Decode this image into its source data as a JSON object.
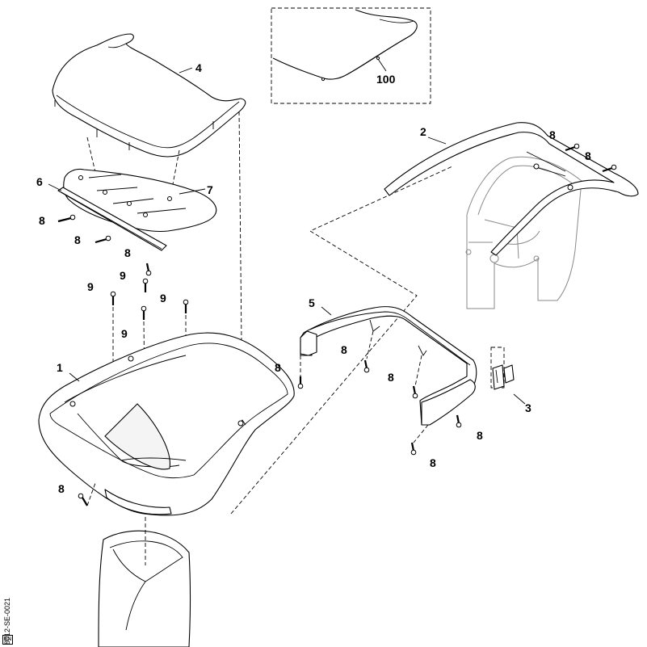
{
  "diagram": {
    "inset": {
      "label": "100"
    },
    "callouts": [
      {
        "id": "label-4",
        "text": "4"
      },
      {
        "id": "label-6",
        "text": "6"
      },
      {
        "id": "label-7",
        "text": "7"
      },
      {
        "id": "label-8a",
        "text": "8"
      },
      {
        "id": "label-8b",
        "text": "8"
      },
      {
        "id": "label-8c",
        "text": "8"
      },
      {
        "id": "label-9a",
        "text": "9"
      },
      {
        "id": "label-9b",
        "text": "9"
      },
      {
        "id": "label-9c",
        "text": "9"
      },
      {
        "id": "label-9d",
        "text": "9"
      },
      {
        "id": "label-1",
        "text": "1"
      },
      {
        "id": "label-8d",
        "text": "8"
      },
      {
        "id": "label-2",
        "text": "2"
      },
      {
        "id": "label-8e",
        "text": "8"
      },
      {
        "id": "label-8f",
        "text": "8"
      },
      {
        "id": "label-5",
        "text": "5"
      },
      {
        "id": "label-8g",
        "text": "8"
      },
      {
        "id": "label-8h",
        "text": "8"
      },
      {
        "id": "label-8i",
        "text": "8"
      },
      {
        "id": "label-3",
        "text": "3"
      },
      {
        "id": "label-8j",
        "text": "8"
      },
      {
        "id": "label-8k",
        "text": "8"
      }
    ],
    "drawing_code": "8012-SE-0021",
    "drawing_tag": "EN"
  }
}
